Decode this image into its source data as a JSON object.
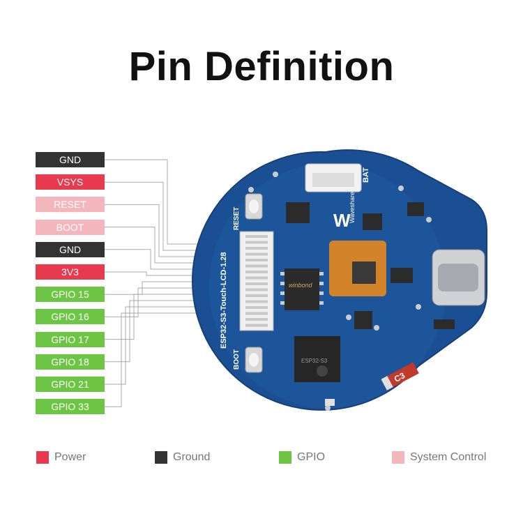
{
  "title": "Pin Definition",
  "pins": [
    {
      "label": "GND",
      "type": "ground"
    },
    {
      "label": "VSYS",
      "type": "power"
    },
    {
      "label": "RESET",
      "type": "sys"
    },
    {
      "label": "BOOT",
      "type": "sys"
    },
    {
      "label": "GND",
      "type": "ground"
    },
    {
      "label": "3V3",
      "type": "power"
    },
    {
      "label": "GPIO 15",
      "type": "gpio"
    },
    {
      "label": "GPIO 16",
      "type": "gpio"
    },
    {
      "label": "GPIO 17",
      "type": "gpio"
    },
    {
      "label": "GPIO 18",
      "type": "gpio"
    },
    {
      "label": "GPIO 21",
      "type": "gpio"
    },
    {
      "label": "GPIO 33",
      "type": "gpio"
    }
  ],
  "board": {
    "name": "ESP32-S3-Touch-LCD-1.28",
    "brand": "Waveshare",
    "reset_label": "RESET",
    "boot_label": "BOOT",
    "bat_label": "BAT",
    "flash_text": "winbond",
    "chip_text": "ESP32-S3",
    "cap_label": "C3"
  },
  "legend": [
    {
      "label": "Power",
      "color": "#e83a4f"
    },
    {
      "label": "Ground",
      "color": "#333333"
    },
    {
      "label": "GPIO",
      "color": "#6cc644"
    },
    {
      "label": "System Control",
      "color": "#f4b6bd"
    }
  ]
}
